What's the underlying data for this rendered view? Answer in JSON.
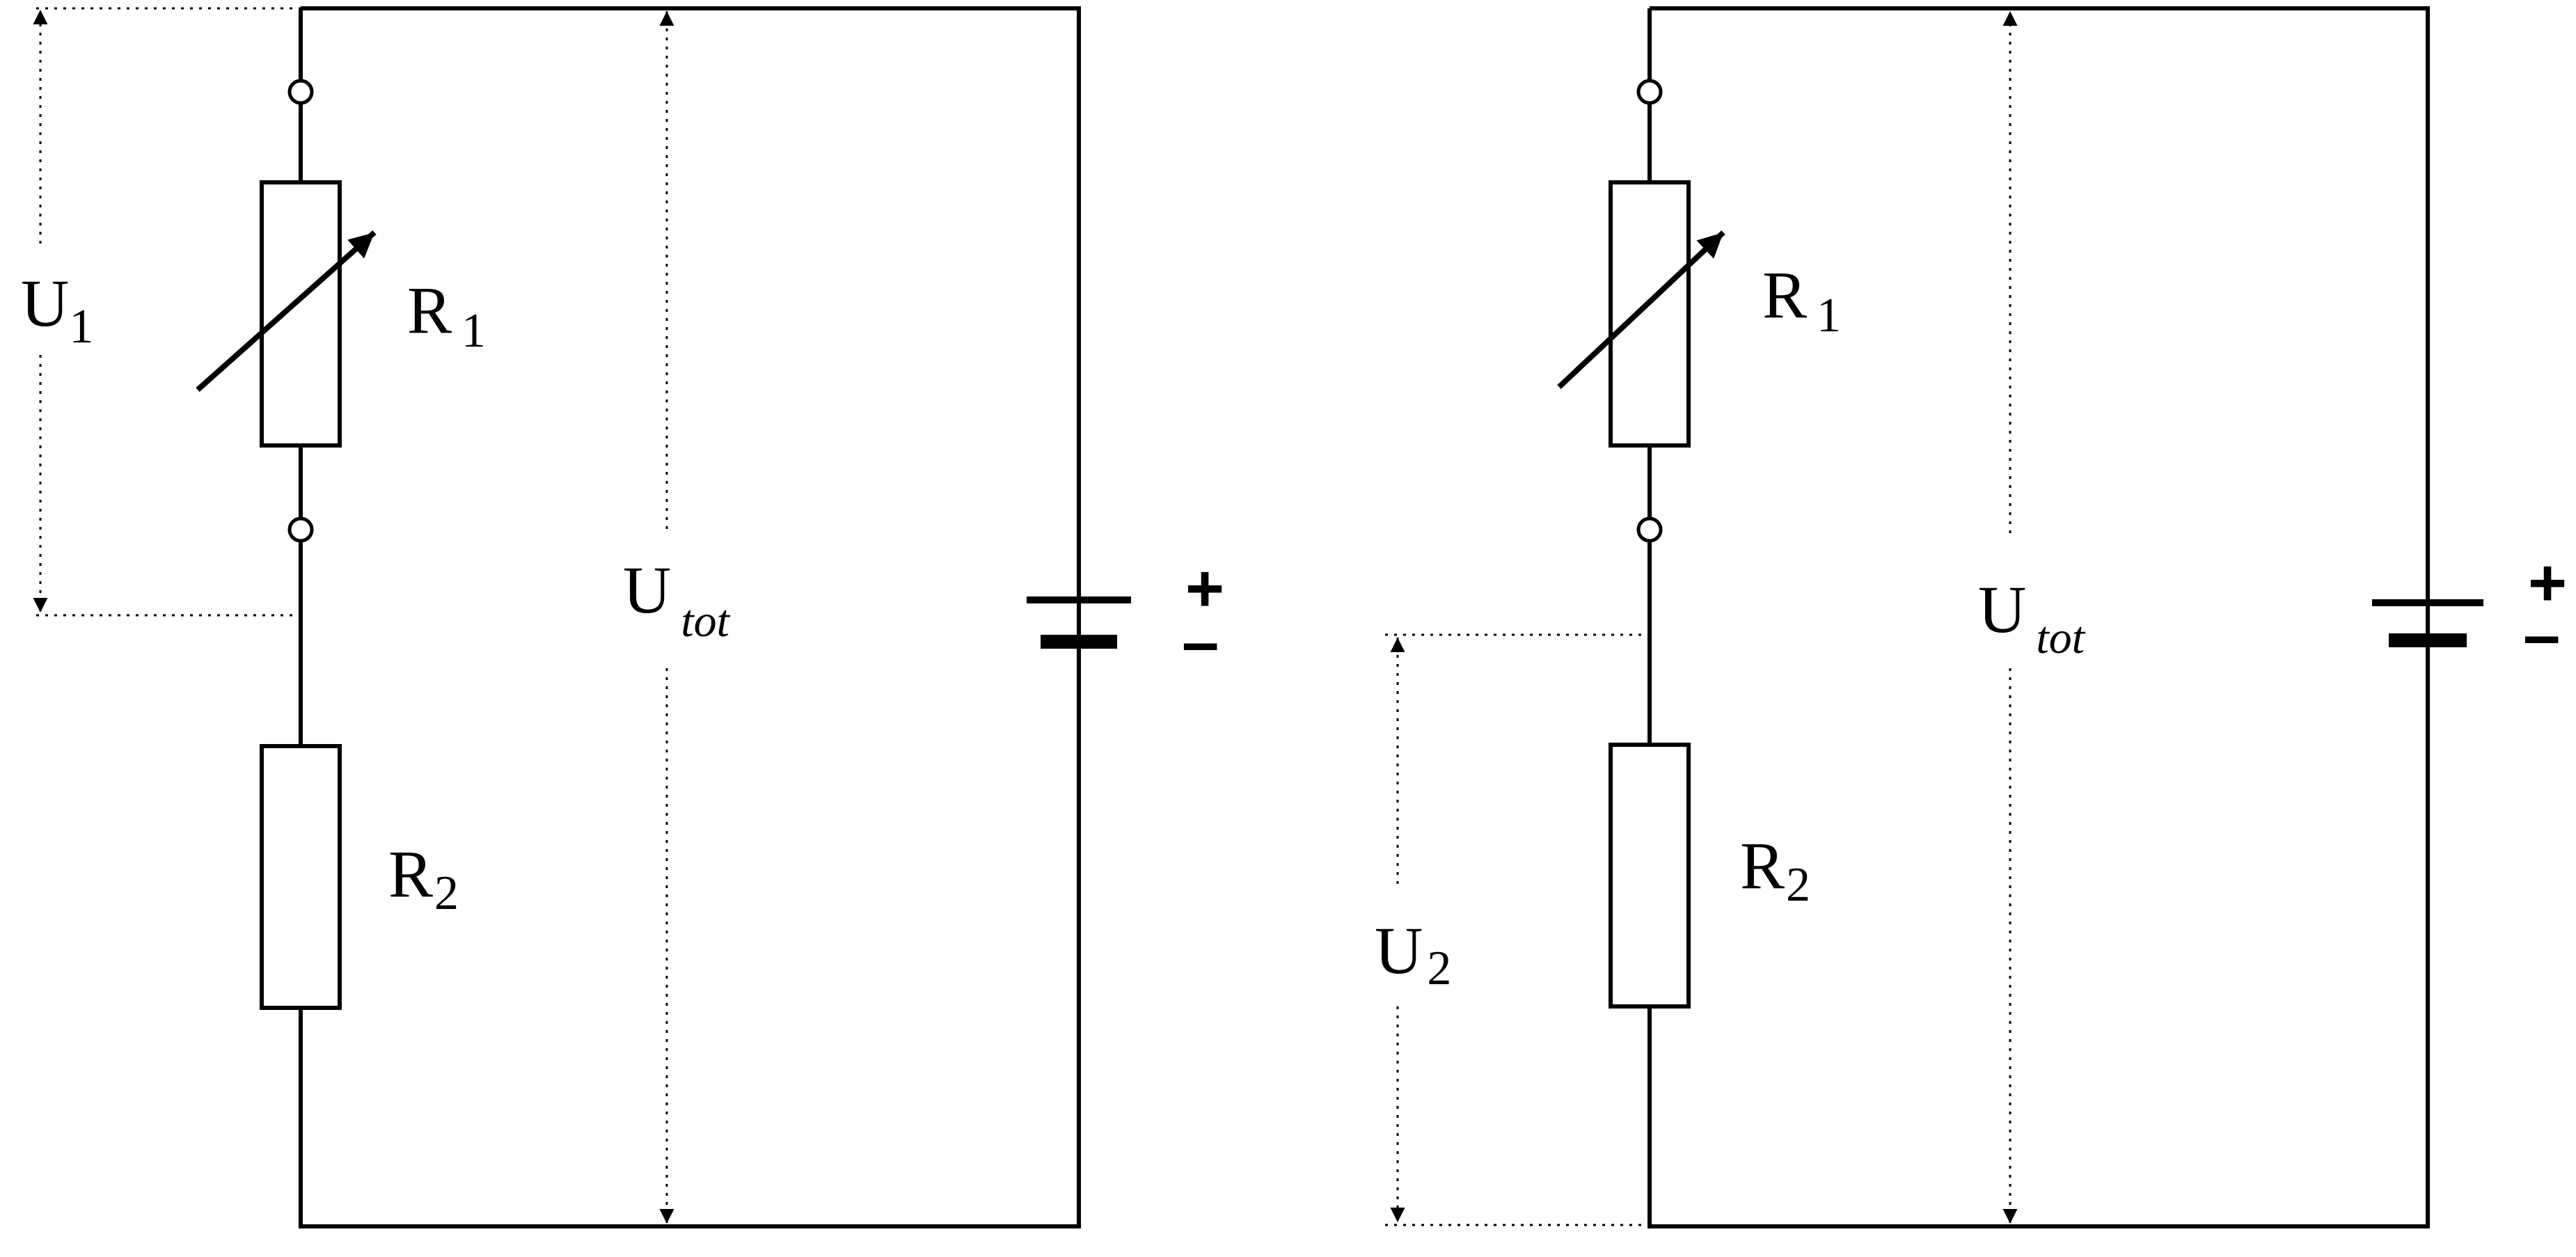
{
  "circuits": [
    {
      "id": "left",
      "measured": "U",
      "measured_sub": "1",
      "r1_main": "R",
      "r1_sub": "1",
      "r2_main": "R",
      "r2_sub": "2",
      "total_main": "U",
      "total_sub": "tot",
      "plus": "+",
      "minus": "–"
    },
    {
      "id": "right",
      "measured": "U",
      "measured_sub": "2",
      "r1_main": "R",
      "r1_sub": "1",
      "r2_main": "R",
      "r2_sub": "2",
      "total_main": "U",
      "total_sub": "tot",
      "plus": "+",
      "minus": "–"
    }
  ],
  "colors": {
    "line": "#000000",
    "background": "#ffffff"
  }
}
